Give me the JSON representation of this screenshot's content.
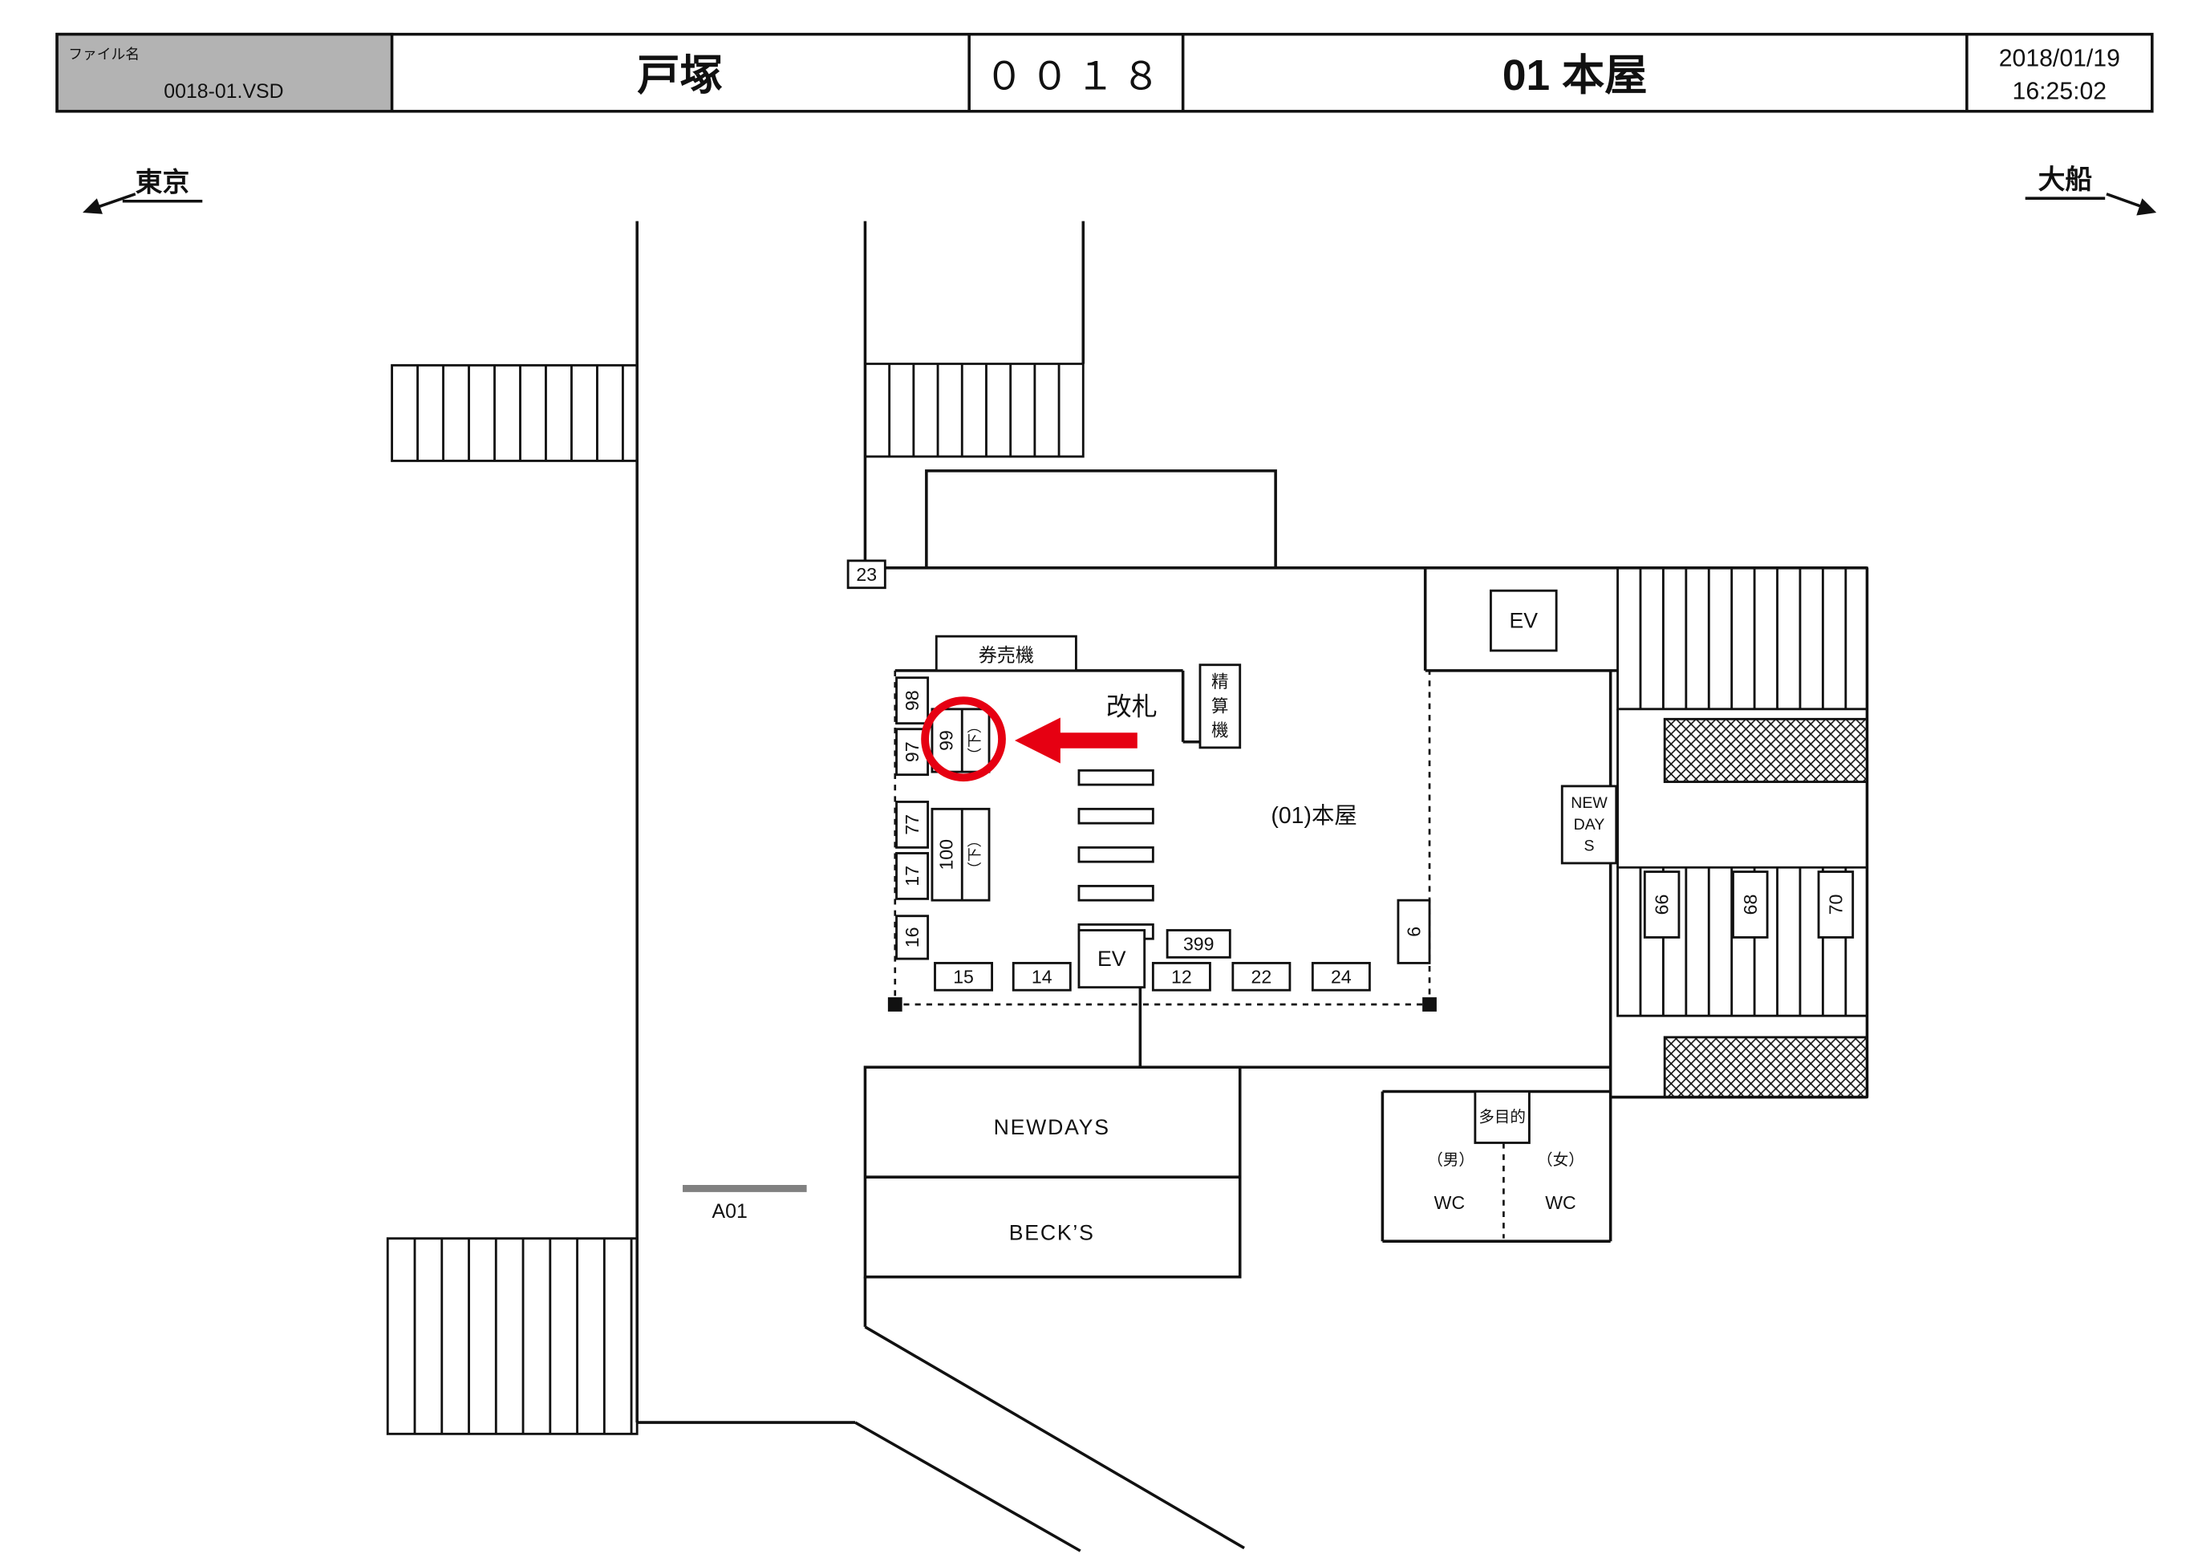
{
  "header": {
    "file_label": "ファイル名",
    "file_value": "0018-01.VSD",
    "station": "戸塚",
    "code": "００１８",
    "title": "01 本屋",
    "date": "2018/01/19",
    "time": "16:25:02",
    "file_cell_bg": "#b3b3b3"
  },
  "directions": {
    "left": "東京",
    "right": "大船"
  },
  "map": {
    "kenbaiki": "券売機",
    "kaisatsu": "改札",
    "seisanki": "精算機",
    "area_label": "(01)本屋",
    "ev_upper": "EV",
    "ev_lower": "EV",
    "newdays_kiosk_lines": [
      "NEW",
      "DAY",
      "S"
    ],
    "newdays": "NEWDAYS",
    "becks": "BECK’S",
    "multipurpose": "多目的",
    "male": "（男）",
    "female": "（女）",
    "wc_left": "WC",
    "wc_right": "WC",
    "exit_a01": "A01",
    "positions": {
      "n23": "23",
      "n98": "98",
      "n97": "97",
      "n99": "99",
      "n99_suffix": "（下）",
      "n77": "77",
      "n100": "100",
      "n100_suffix": "（下）",
      "n17": "17",
      "n16": "16",
      "n15": "15",
      "n14": "14",
      "n12": "12",
      "n399": "399",
      "n22": "22",
      "n24": "24",
      "n6": "6",
      "n66": "66",
      "n68": "68",
      "n70": "70"
    }
  },
  "annotation": {
    "highlighted_position": "99",
    "color": "#e60012"
  }
}
